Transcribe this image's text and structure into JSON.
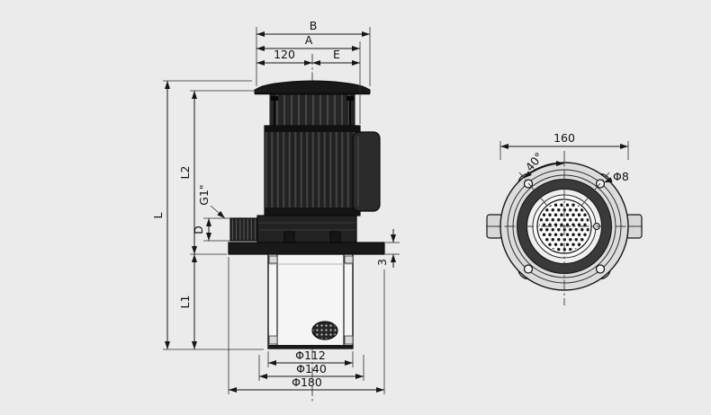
{
  "front_view": {
    "dim_B": "B",
    "dim_A": "A",
    "dim_120": "120",
    "dim_E": "E",
    "dim_L": "L",
    "dim_L2": "L2",
    "dim_G1": "G1\"",
    "dim_D": "D",
    "dim_L1": "L1",
    "dim_3": "3",
    "dim_phi112": "Φ112",
    "dim_phi140": "Φ140",
    "dim_phi180": "Φ180"
  },
  "top_view": {
    "dim_160": "160",
    "dim_40deg": "40°",
    "dim_phi8": "Φ8"
  },
  "colors": {
    "background": "#ebebeb",
    "line": "#1a1a1a",
    "dark_fill": "#1e1e1e",
    "light_fill": "#f5f5f5"
  }
}
